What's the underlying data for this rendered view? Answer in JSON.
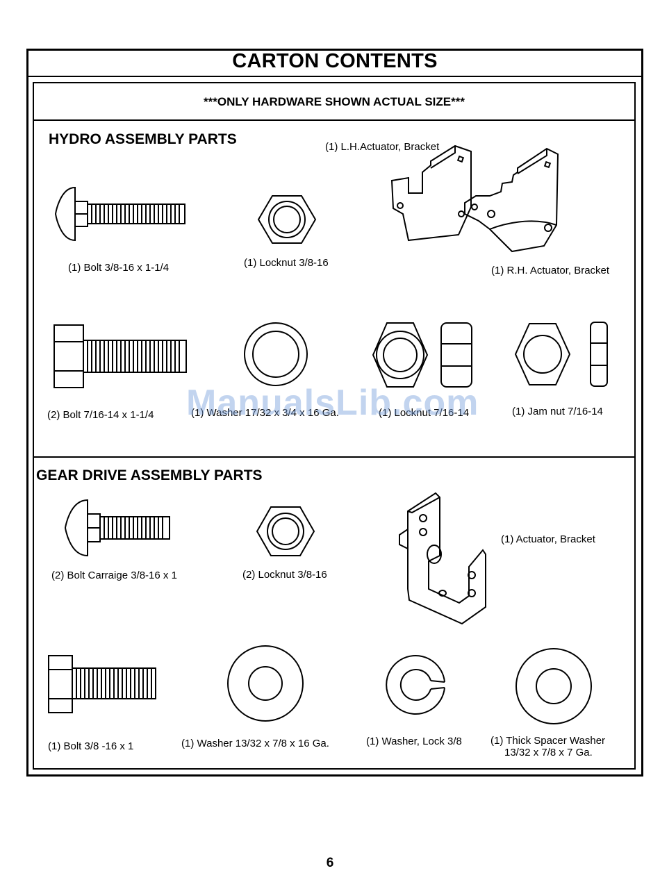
{
  "header": {
    "title": "CARTON CONTENTS",
    "subtitle": "***ONLY HARDWARE SHOWN ACTUAL SIZE***"
  },
  "hydro": {
    "heading": "HYDRO ASSEMBLY PARTS",
    "labels": {
      "bolt_carriage": "(1) Bolt  3/8-16 x 1-1/4",
      "locknut": "(1) Locknut 3/8-16",
      "lh_bracket": "(1) L.H.Actuator, Bracket",
      "rh_bracket": "(1) R.H. Actuator, Bracket",
      "bolt_hex": "(2) Bolt 7/16-14 x 1-1/4",
      "washer": "(1) Washer 17/32 x 3/4 x 16 Ga.",
      "locknut_716": "(1) Locknut 7/16-14",
      "jam_nut": "(1) Jam nut 7/16-14"
    }
  },
  "gear": {
    "heading": "GEAR DRIVE ASSEMBLY PARTS",
    "labels": {
      "bolt_carriage": "(2) Bolt Carraige 3/8-16 x 1",
      "locknut": "(2) Locknut 3/8-16",
      "actuator_bracket": "(1) Actuator, Bracket",
      "bolt_hex": "(1) Bolt 3/8  -16 x 1",
      "washer": "(1) Washer 13/32 x 7/8 x 16 Ga.",
      "washer_lock": "(1) Washer, Lock  3/8",
      "spacer_line1": "(1) Thick Spacer Washer",
      "spacer_line2": "13/32 x 7/8 x  7 Ga."
    }
  },
  "watermark": "ManualsLib.com",
  "page_number": "6"
}
